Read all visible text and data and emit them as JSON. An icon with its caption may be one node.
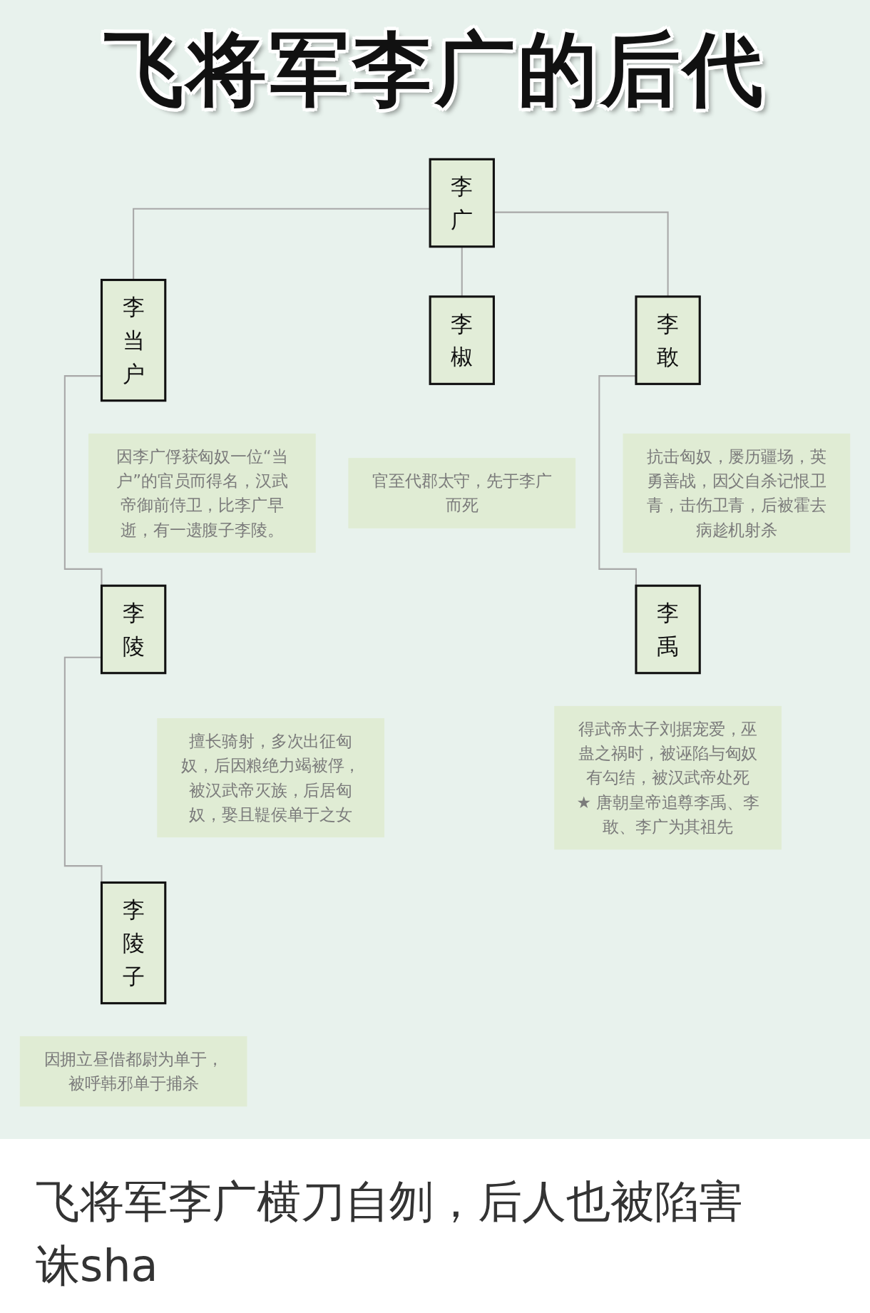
{
  "diagram": {
    "title": "飞将军李广的后代",
    "caption": "飞将军李广横刀自刎，后人也被陷害诛sha",
    "nodes": [
      {
        "text": [
          "李广"
        ]
      },
      {
        "text": [
          "李当户"
        ]
      },
      {
        "text": [
          "因李广俘获匈奴一位“当户”的官员而得名，汉武帝御前侍卫，比李广早逝，有一遗腹子李陵。"
        ]
      },
      {
        "text": [
          "李椒"
        ]
      },
      {
        "text": [
          "官至代郡太守，先于李广而死"
        ]
      },
      {
        "text": [
          "抗击匈奴，屡历疆场，英勇善战，因父自杀记恨卫青，击伤卫青，后被霍去病趁机射杀"
        ]
      },
      {
        "text": [
          "李敢"
        ]
      },
      {
        "text": [
          "李陵"
        ]
      },
      {
        "text": [
          "擅长骑射，多次出征匈奴，后因粮绝力竭被俘，被汉武帝灭族，后居匈奴，娶且鞮侯单于之女"
        ]
      },
      {
        "text": [
          "得武帝太子刘据宠爱，巫蛊之祸时，被诬陷与匈奴有勾结，被汉武帝处死",
          "★ 唐朝皇帝追尊李禹、李敢、李广为其祖先"
        ]
      },
      {
        "text": [
          "李禹"
        ]
      },
      {
        "text": [
          "李陵子"
        ]
      },
      {
        "text": [
          "因拥立昼借都尉为单于，被呼韩邪单于捕杀"
        ]
      }
    ],
    "edges": [
      {
        "from": 0,
        "to": 1,
        "arrow": "none"
      },
      {
        "from": 0,
        "to": 3,
        "arrow": "none"
      },
      {
        "from": 0,
        "to": 6,
        "arrow": "none"
      },
      {
        "from": 1,
        "to": 7,
        "arrow": "none"
      },
      {
        "from": 6,
        "to": 10,
        "arrow": "none"
      },
      {
        "from": 7,
        "to": 11,
        "arrow": "none"
      }
    ]
  }
}
